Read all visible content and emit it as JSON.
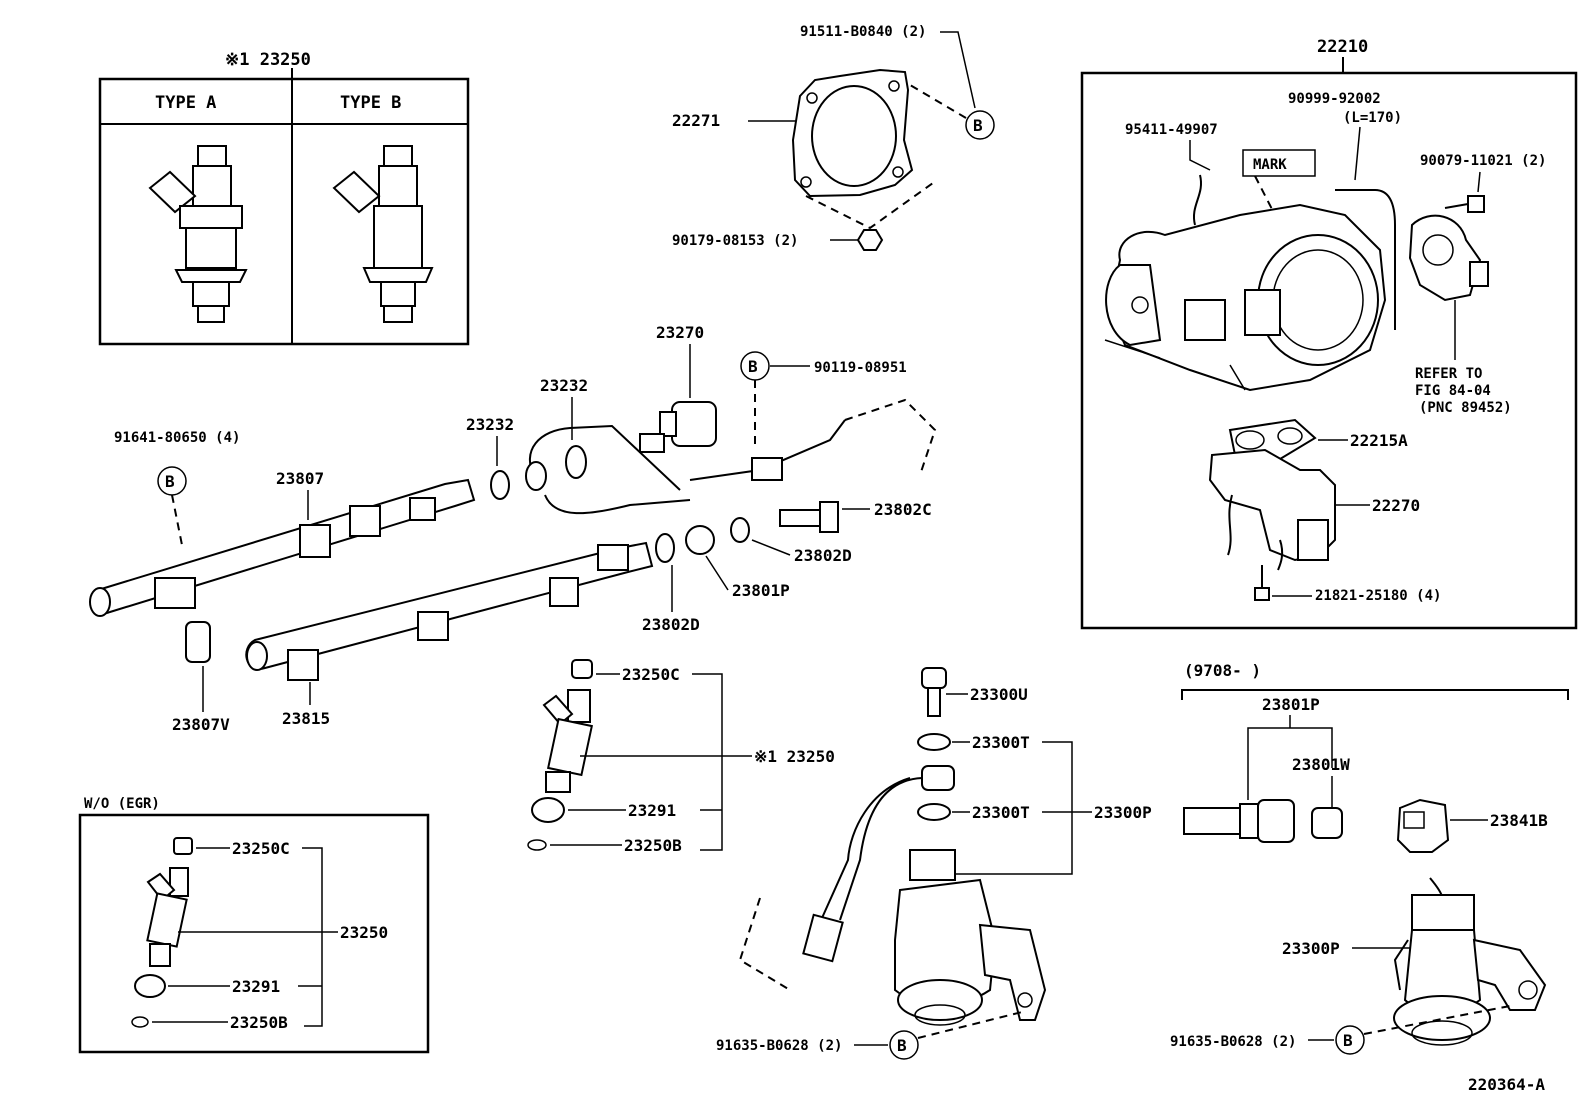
{
  "inset_type": {
    "ref": "※1 23250",
    "type_a": "TYPE  A",
    "type_b": "TYPE  B"
  },
  "egr_box": {
    "title": "W/O (EGR)",
    "labels": [
      "23250C",
      "23250",
      "23291",
      "23250B"
    ]
  },
  "throttle_box": {
    "ref": "22210",
    "mark": "MARK",
    "hose_len": "(L=170)",
    "refer_line1": "REFER TO",
    "refer_line2": "FIG 84-04",
    "refer_line3": "(PNC 89452)",
    "labels": {
      "hose": "95411-49907",
      "hose2": "90999-92002",
      "screw": "90079-11021 (2)",
      "gasket": "22215A",
      "valve": "22270",
      "bolt": "21821-25180 (4)"
    }
  },
  "gasket_group": {
    "top": "91511-B0840 (2)",
    "gasket": "22271",
    "nut": "90179-08153 (2)"
  },
  "rail_group": {
    "bolt_ref": "91641-80650 (4)",
    "rail_a": "23807",
    "rail_b": "23815",
    "damper": "23807V",
    "washer1": "23232",
    "washer2": "23232",
    "regulator": "23270",
    "clip_ref": "90119-08951",
    "bolt": "23802C",
    "washer3": "23802D",
    "washer4": "23802D",
    "union": "23801P"
  },
  "injector_group": {
    "cap": "23250C",
    "injector": "※1 23250",
    "ring": "23291",
    "oring": "23250B"
  },
  "pump_group": {
    "u": "23300U",
    "t1": "23300T",
    "t2": "23300T",
    "p": "23300P",
    "bolt_ref": "91635-B0628 (2)"
  },
  "late_group": {
    "date": "(9708-        )",
    "union": "23801P",
    "clip": "23801W",
    "cap": "23841B",
    "pump": "23300P",
    "bolt_ref": "91635-B0628 (2)"
  },
  "callout_letter": "B",
  "figure_id": "220364-A"
}
